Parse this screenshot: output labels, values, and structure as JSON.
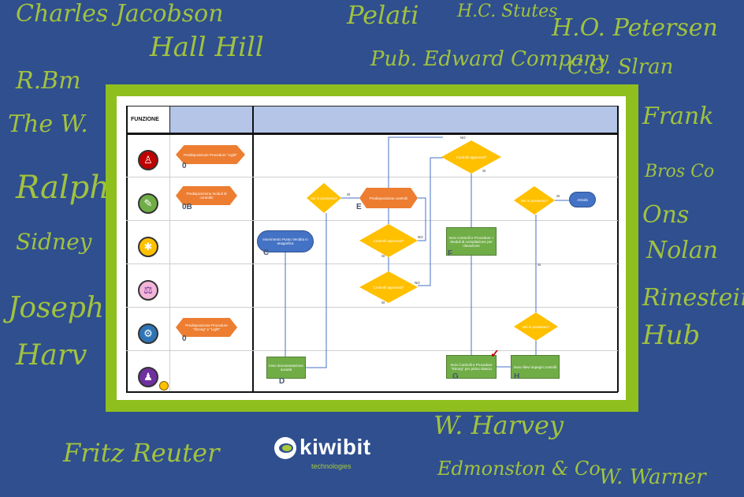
{
  "background": {
    "signatures": [
      "Charles Jacobson",
      "Pelati",
      "H.C. Stutes",
      "H.O. Petersen",
      "Hall Hill",
      "Pub. Edward Company",
      "C.G. Slran",
      "The W.",
      "R.Bm",
      "Ralph",
      "Sidney",
      "Joseph",
      "Harv",
      "Frank",
      "Bros Co",
      "Ons",
      "Nolan",
      "Rinestein",
      "Hub",
      "Fritz Reuter",
      "W. Harvey",
      "Edmonston & Co",
      "W. Warner"
    ]
  },
  "diagram": {
    "header": {
      "function_label": "FUNZIONE"
    },
    "lanes": [
      {
        "icon": "person-red-icon",
        "color": "#c00000"
      },
      {
        "icon": "document-green-icon",
        "color": "#70ad47"
      },
      {
        "icon": "network-yellow-icon",
        "color": "#ffc000"
      },
      {
        "icon": "scales-pink-icon",
        "color": "#f4b6d8"
      },
      {
        "icon": "gears-blue-icon",
        "color": "#2e75b6"
      },
      {
        "icon": "worker-purple-icon",
        "color": "#7030a0"
      }
    ],
    "left_hexes": [
      {
        "text": "Predisposizione Procedure \"Light\"",
        "step": "0"
      },
      {
        "text": "Predisposizione moduli di controllo",
        "step": "0B"
      },
      {
        "text": "Predisposizione Procedure \"Strong\" e \"Light\"",
        "step": "0"
      }
    ],
    "shapes": {
      "start_pill": {
        "text": "Inserimento Punto Vendita in anagrafica",
        "step": "C"
      },
      "box_d": {
        "text": "Invio documentazione società",
        "step": "D"
      },
      "dia_top_left": {
        "text": "Sei in possesso?"
      },
      "hex_e": {
        "text": "Predisposizione controlli",
        "step": "E"
      },
      "dia_mid1": {
        "text": "Controlli approvati?"
      },
      "dia_mid2": {
        "text": "Controlli approvati?"
      },
      "dia_top_right": {
        "text": "Controlli approvati?"
      },
      "box_f": {
        "text": "Invio Controlli e Procedure + Moduli di compilazione per rilevazione",
        "step": "F"
      },
      "box_g": {
        "text": "Invio Controlli e Procedure \"Strong\" per primo rilascio",
        "step": "G"
      },
      "box_h": {
        "text": "Invio rilievi impegni controlli",
        "step": "H"
      },
      "dia_right_low": {
        "text": "Sei in possesso?"
      },
      "dia_right_top": {
        "text": "Sei in possesso?"
      },
      "end_pill": {
        "text": "Attività"
      }
    },
    "flow_labels": {
      "si": "SI",
      "no": "NO"
    }
  },
  "logo": {
    "word": "kiwibit",
    "sub": "technologies"
  },
  "colors": {
    "background": "#2f4f8f",
    "signature": "#a8c93a",
    "frame": "#8fbf1f",
    "header": "#b4c5e7"
  }
}
